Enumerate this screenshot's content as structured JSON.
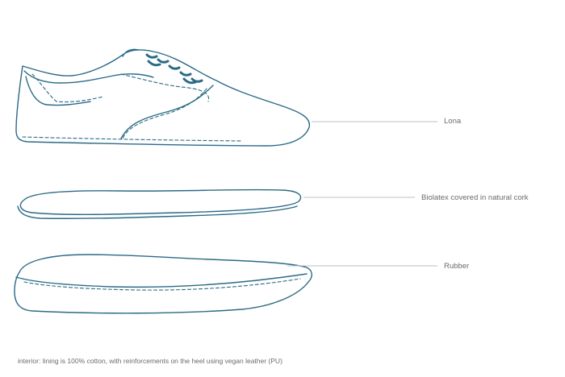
{
  "components": {
    "upper": {
      "label": "Lona"
    },
    "insole": {
      "label": "Biolatex covered in natural cork"
    },
    "outsole": {
      "label": "Rubber"
    }
  },
  "footnote": "interior: lining is 100% cotton, with reinforcements on the heel using vegan leather (PU)",
  "colors": {
    "outline": "#2b6a86",
    "leader_line": "#b9c0c4",
    "label_text": "#6b6b6b"
  }
}
